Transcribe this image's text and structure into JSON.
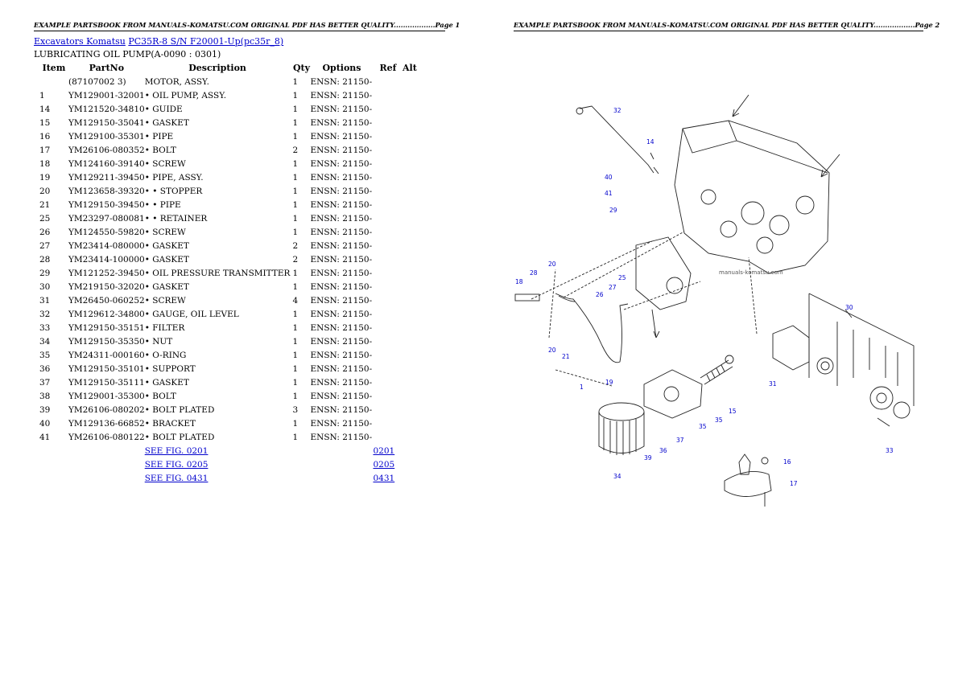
{
  "header": {
    "left": "EXAMPLE PARTSBOOK FROM MANUALS-KOMATSU.COM ORIGINAL PDF HAS BETTER QUALITY..................Page 1",
    "right": "EXAMPLE PARTSBOOK FROM MANUALS-KOMATSU.COM ORIGINAL PDF HAS BETTER QUALITY..................Page 2"
  },
  "breadcrumb": {
    "link1": "Excavators Komatsu",
    "link2": "PC35R-8 S/N F20001-Up(pc35r_8)"
  },
  "subtitle": "LUBRICATING OIL PUMP(A-0090 : 0301)",
  "table": {
    "headers": [
      "Item",
      "PartNo",
      "Description",
      "Qty",
      "Options",
      "Ref",
      "Alt"
    ],
    "rows": [
      {
        "item": "",
        "part": "(87107002 3)",
        "desc": "MOTOR, ASSY.",
        "qty": "1",
        "opt": "ENSN: 21150-"
      },
      {
        "item": "1",
        "part": "YM129001-32001",
        "desc": "• OIL PUMP, ASSY.",
        "qty": "1",
        "opt": "ENSN: 21150-"
      },
      {
        "item": "14",
        "part": "YM121520-34810",
        "desc": "• GUIDE",
        "qty": "1",
        "opt": "ENSN: 21150-"
      },
      {
        "item": "15",
        "part": "YM129150-35041",
        "desc": "• GASKET",
        "qty": "1",
        "opt": "ENSN: 21150-"
      },
      {
        "item": "16",
        "part": "YM129100-35301",
        "desc": "• PIPE",
        "qty": "1",
        "opt": "ENSN: 21150-"
      },
      {
        "item": "17",
        "part": "YM26106-080352",
        "desc": "• BOLT",
        "qty": "2",
        "opt": "ENSN: 21150-"
      },
      {
        "item": "18",
        "part": "YM124160-39140",
        "desc": "• SCREW",
        "qty": "1",
        "opt": "ENSN: 21150-"
      },
      {
        "item": "19",
        "part": "YM129211-39450",
        "desc": "• PIPE, ASSY.",
        "qty": "1",
        "opt": "ENSN: 21150-"
      },
      {
        "item": "20",
        "part": "YM123658-39320",
        "desc": "• • STOPPER",
        "qty": "1",
        "opt": "ENSN: 21150-"
      },
      {
        "item": "21",
        "part": "YM129150-39450",
        "desc": "• • PIPE",
        "qty": "1",
        "opt": "ENSN: 21150-"
      },
      {
        "item": "25",
        "part": "YM23297-080081",
        "desc": "• • RETAINER",
        "qty": "1",
        "opt": "ENSN: 21150-"
      },
      {
        "item": "26",
        "part": "YM124550-59820",
        "desc": "• SCREW",
        "qty": "1",
        "opt": "ENSN: 21150-"
      },
      {
        "item": "27",
        "part": "YM23414-080000",
        "desc": "• GASKET",
        "qty": "2",
        "opt": "ENSN: 21150-"
      },
      {
        "item": "28",
        "part": "YM23414-100000",
        "desc": "• GASKET",
        "qty": "2",
        "opt": "ENSN: 21150-"
      },
      {
        "item": "29",
        "part": "YM121252-39450",
        "desc": "• OIL PRESSURE TRANSMITTER",
        "qty": "1",
        "opt": "ENSN: 21150-"
      },
      {
        "item": "30",
        "part": "YM219150-32020",
        "desc": "• GASKET",
        "qty": "1",
        "opt": "ENSN: 21150-"
      },
      {
        "item": "31",
        "part": "YM26450-060252",
        "desc": "• SCREW",
        "qty": "4",
        "opt": "ENSN: 21150-"
      },
      {
        "item": "32",
        "part": "YM129612-34800",
        "desc": "• GAUGE, OIL LEVEL",
        "qty": "1",
        "opt": "ENSN: 21150-"
      },
      {
        "item": "33",
        "part": "YM129150-35151",
        "desc": "• FILTER",
        "qty": "1",
        "opt": "ENSN: 21150-"
      },
      {
        "item": "34",
        "part": "YM129150-35350",
        "desc": "• NUT",
        "qty": "1",
        "opt": "ENSN: 21150-"
      },
      {
        "item": "35",
        "part": "YM24311-000160",
        "desc": "• O-RING",
        "qty": "1",
        "opt": "ENSN: 21150-"
      },
      {
        "item": "36",
        "part": "YM129150-35101",
        "desc": "• SUPPORT",
        "qty": "1",
        "opt": "ENSN: 21150-"
      },
      {
        "item": "37",
        "part": "YM129150-35111",
        "desc": "• GASKET",
        "qty": "1",
        "opt": "ENSN: 21150-"
      },
      {
        "item": "38",
        "part": "YM129001-35300",
        "desc": "• BOLT",
        "qty": "1",
        "opt": "ENSN: 21150-"
      },
      {
        "item": "39",
        "part": "YM26106-080202",
        "desc": "• BOLT PLATED",
        "qty": "3",
        "opt": "ENSN: 21150-"
      },
      {
        "item": "40",
        "part": "YM129136-66852",
        "desc": "• BRACKET",
        "qty": "1",
        "opt": "ENSN: 21150-"
      },
      {
        "item": "41",
        "part": "YM26106-080122",
        "desc": "• BOLT PLATED",
        "qty": "1",
        "opt": "ENSN: 21150-"
      }
    ],
    "see_figs": [
      {
        "label": "SEE FIG. 0201",
        "ref": "0201"
      },
      {
        "label": "SEE FIG. 0205",
        "ref": "0205"
      },
      {
        "label": "SEE FIG. 0431",
        "ref": "0431"
      }
    ]
  },
  "diagram": {
    "watermark": "manuals-komatsu.com",
    "callouts": [
      "32",
      "14",
      "40",
      "41",
      "29",
      "18",
      "28",
      "20",
      "27",
      "26",
      "25",
      "20",
      "21",
      "19",
      "1",
      "30",
      "31",
      "33",
      "34",
      "39",
      "36",
      "37",
      "35",
      "35",
      "15",
      "16",
      "17"
    ]
  }
}
